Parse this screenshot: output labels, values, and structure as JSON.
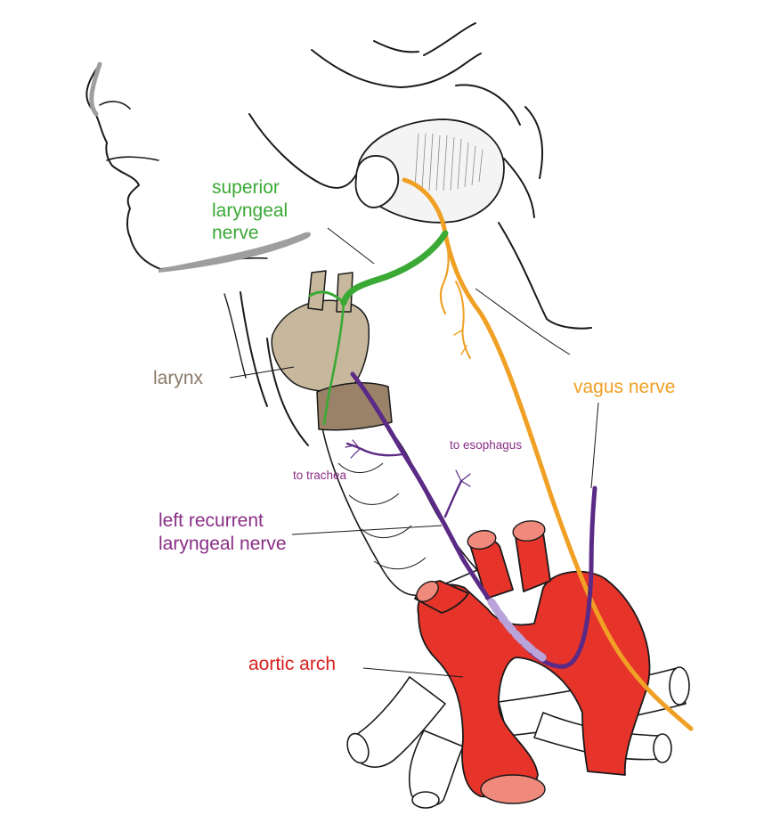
{
  "colors": {
    "superior_laryngeal": "#3aa935",
    "larynx": "#8a7a68",
    "vagus": "#f0a024",
    "recurrent": "#8a2e86",
    "aorta": "#d8201e",
    "nerve_purple": "#5b2a86",
    "aorta_fill": "#e6342b",
    "larynx_fill": "#c7b79c"
  },
  "labels": {
    "superior_laryngeal": [
      "superior",
      "laryngeal",
      "nerve"
    ],
    "larynx": "larynx",
    "vagus": "vagus nerve",
    "to_trachea": "to trachea",
    "to_esophagus": "to esophagus",
    "left_recurrent": [
      "left recurrent",
      "laryngeal nerve"
    ],
    "aortic_arch": "aortic arch"
  }
}
